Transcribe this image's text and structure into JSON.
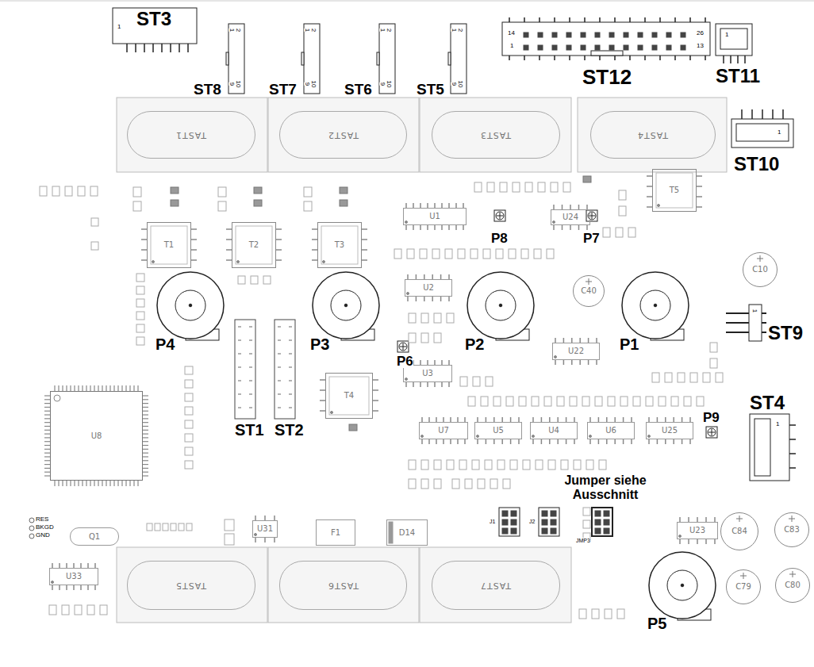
{
  "diagram": {
    "nodes": [
      {
        "text": [
          "TAST1"
        ]
      },
      {
        "text": [
          "TAST2"
        ]
      },
      {
        "text": [
          "TAST3"
        ]
      },
      {
        "text": [
          "TAST4"
        ]
      },
      {
        "text": [
          "T1"
        ]
      },
      {
        "text": [
          "T2"
        ]
      },
      {
        "text": [
          "T3"
        ]
      },
      {
        "text": [
          "U1"
        ]
      },
      {
        "text": [
          "U24"
        ]
      },
      {
        "text": [
          "T5"
        ]
      },
      {
        "text": [
          "C10"
        ]
      },
      {
        "text": [
          "U2"
        ]
      },
      {
        "text": [
          "C40"
        ]
      },
      {
        "text": [
          "U22"
        ]
      },
      {
        "text": [
          "T4"
        ]
      },
      {
        "text": [
          "U3"
        ]
      },
      {
        "text": [
          "U8"
        ]
      },
      {
        "text": [
          "U7"
        ]
      },
      {
        "text": [
          "U5"
        ]
      },
      {
        "text": [
          "U4"
        ]
      },
      {
        "text": [
          "U6"
        ]
      },
      {
        "text": [
          "U25"
        ]
      },
      {
        "text": [
          "Q1"
        ]
      },
      {
        "text": [
          "U31"
        ]
      },
      {
        "text": [
          "F1"
        ]
      },
      {
        "text": [
          "D14"
        ]
      },
      {
        "text": [
          "U23"
        ]
      },
      {
        "text": [
          "C84"
        ]
      },
      {
        "text": [
          "C83"
        ]
      },
      {
        "text": [
          "C79"
        ]
      },
      {
        "text": [
          "C80"
        ]
      },
      {
        "text": [
          "U33"
        ]
      },
      {
        "text": [
          "TAST5"
        ]
      },
      {
        "text": [
          "TAST6"
        ]
      },
      {
        "text": [
          "TAST7"
        ]
      }
    ],
    "labels": [
      "ST3",
      "1",
      "ST8",
      "1",
      "2",
      "9",
      "10",
      "ST7",
      "1",
      "2",
      "9",
      "10",
      "ST6",
      "1",
      "2",
      "9",
      "10",
      "ST5",
      "1",
      "2",
      "9",
      "10",
      "14",
      "26",
      "1",
      "13",
      "ST12",
      "1",
      "ST11",
      "1",
      "ST10",
      "P8",
      "P7",
      "P4",
      "P3",
      "P2",
      "P1",
      "1",
      "ST9",
      "ST1",
      "ST2",
      "P6",
      "ST4",
      "1",
      "P9",
      "Jumper siehe Ausschnitt",
      "J1",
      "J2",
      "JMP3",
      "RES",
      "BKGD",
      "GND",
      "P5"
    ]
  }
}
